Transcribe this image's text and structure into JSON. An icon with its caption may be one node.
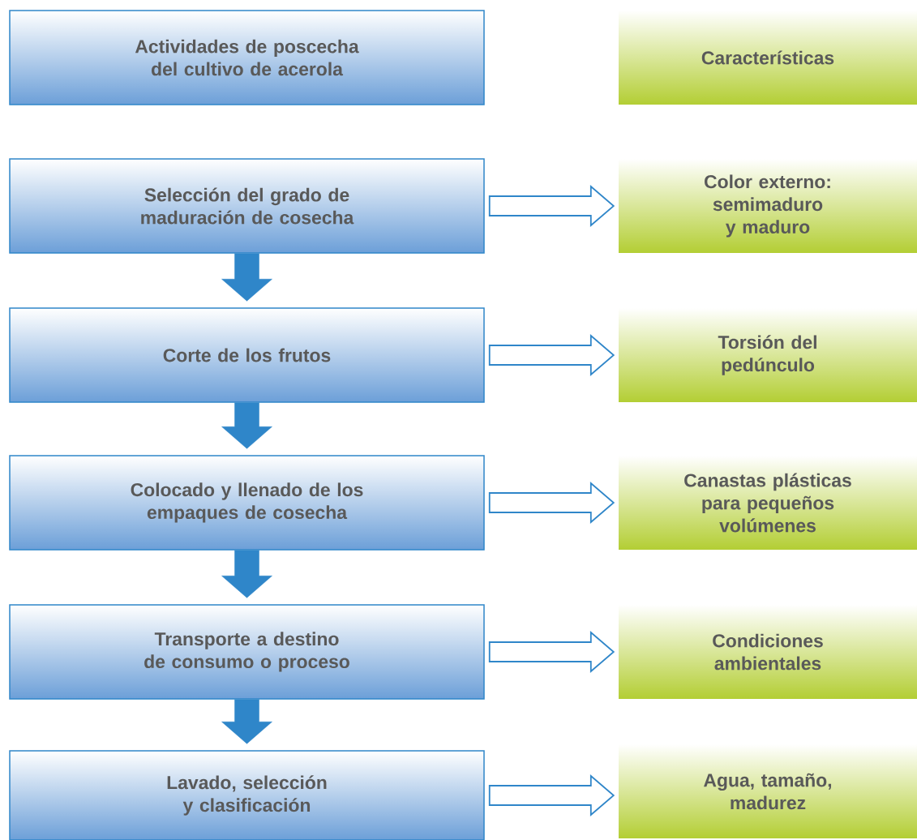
{
  "diagram": {
    "nodes": [
      {
        "text": [
          "Actividades de poscecha del cultivo de acerola"
        ]
      },
      {
        "text": [
          "Características"
        ]
      },
      {
        "text": [
          "Selección del grado de maduración de cosecha"
        ]
      },
      {
        "text": [
          "Color externo: semimaduro y maduro"
        ]
      },
      {
        "text": [
          "Corte de los frutos"
        ]
      },
      {
        "text": [
          "Torsión del pedúnculo"
        ]
      },
      {
        "text": [
          "Colocado y llenado de los empaques de cosecha"
        ]
      },
      {
        "text": [
          "Canastas plásticas para pequeños volúmenes"
        ]
      },
      {
        "text": [
          "Transporte a destino de consumo o proceso"
        ]
      },
      {
        "text": [
          "Condiciones ambientales"
        ]
      },
      {
        "text": [
          "Lavado, selección y clasificación"
        ]
      },
      {
        "text": [
          "Agua, tamaño, madurez"
        ]
      }
    ],
    "edges": [
      {
        "from": 2,
        "to": 3,
        "arrow": "to"
      },
      {
        "from": 4,
        "to": 5,
        "arrow": "to"
      },
      {
        "from": 6,
        "to": 7,
        "arrow": "to"
      },
      {
        "from": 8,
        "to": 9,
        "arrow": "to"
      },
      {
        "from": 10,
        "to": 11,
        "arrow": "to"
      },
      {
        "from": 2,
        "to": 4,
        "arrow": "to",
        "style": "thick"
      },
      {
        "from": 4,
        "to": 6,
        "arrow": "to",
        "style": "thick"
      },
      {
        "from": 6,
        "to": 8,
        "arrow": "to",
        "style": "thick"
      },
      {
        "from": 8,
        "to": 10,
        "arrow": "to",
        "style": "thick"
      }
    ]
  }
}
